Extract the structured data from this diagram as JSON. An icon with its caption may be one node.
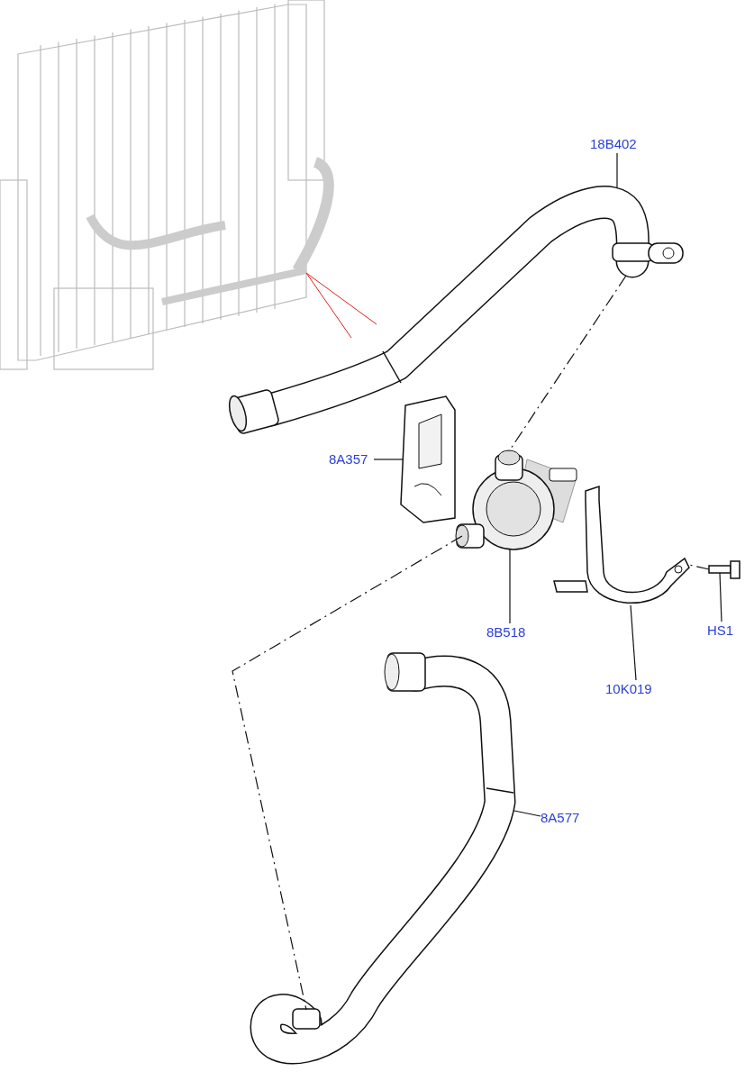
{
  "diagram": {
    "nodes": [
      {
        "text": [
          "18B402"
        ]
      },
      {
        "text": [],
        "shape": "picture"
      },
      {
        "text": [
          "8A357"
        ]
      },
      {
        "text": [],
        "shape": "picture"
      },
      {
        "text": [
          "8B518"
        ]
      },
      {
        "text": [],
        "shape": "picture"
      },
      {
        "text": [
          "HS1"
        ]
      },
      {
        "text": [],
        "shape": "picture"
      },
      {
        "text": [
          "10K019"
        ]
      },
      {
        "text": [],
        "shape": "picture"
      },
      {
        "text": [
          "8A577"
        ]
      },
      {
        "text": [],
        "shape": "picture"
      }
    ],
    "edges": [
      {
        "from": 0,
        "to": 1,
        "arrow": "none"
      },
      {
        "from": 2,
        "to": 3,
        "arrow": "none"
      },
      {
        "from": 4,
        "to": 5,
        "arrow": "none"
      },
      {
        "from": 6,
        "to": 7,
        "arrow": "none"
      },
      {
        "from": 8,
        "to": 9,
        "arrow": "none"
      },
      {
        "from": 10,
        "to": 11,
        "arrow": "none"
      },
      {
        "from": 1,
        "to": 5,
        "arrow": "none",
        "style": "dashed"
      },
      {
        "from": 5,
        "to": 11,
        "arrow": "none",
        "style": "dashed"
      },
      {
        "from": 7,
        "to": 9,
        "arrow": "none",
        "style": "dashed"
      }
    ]
  }
}
